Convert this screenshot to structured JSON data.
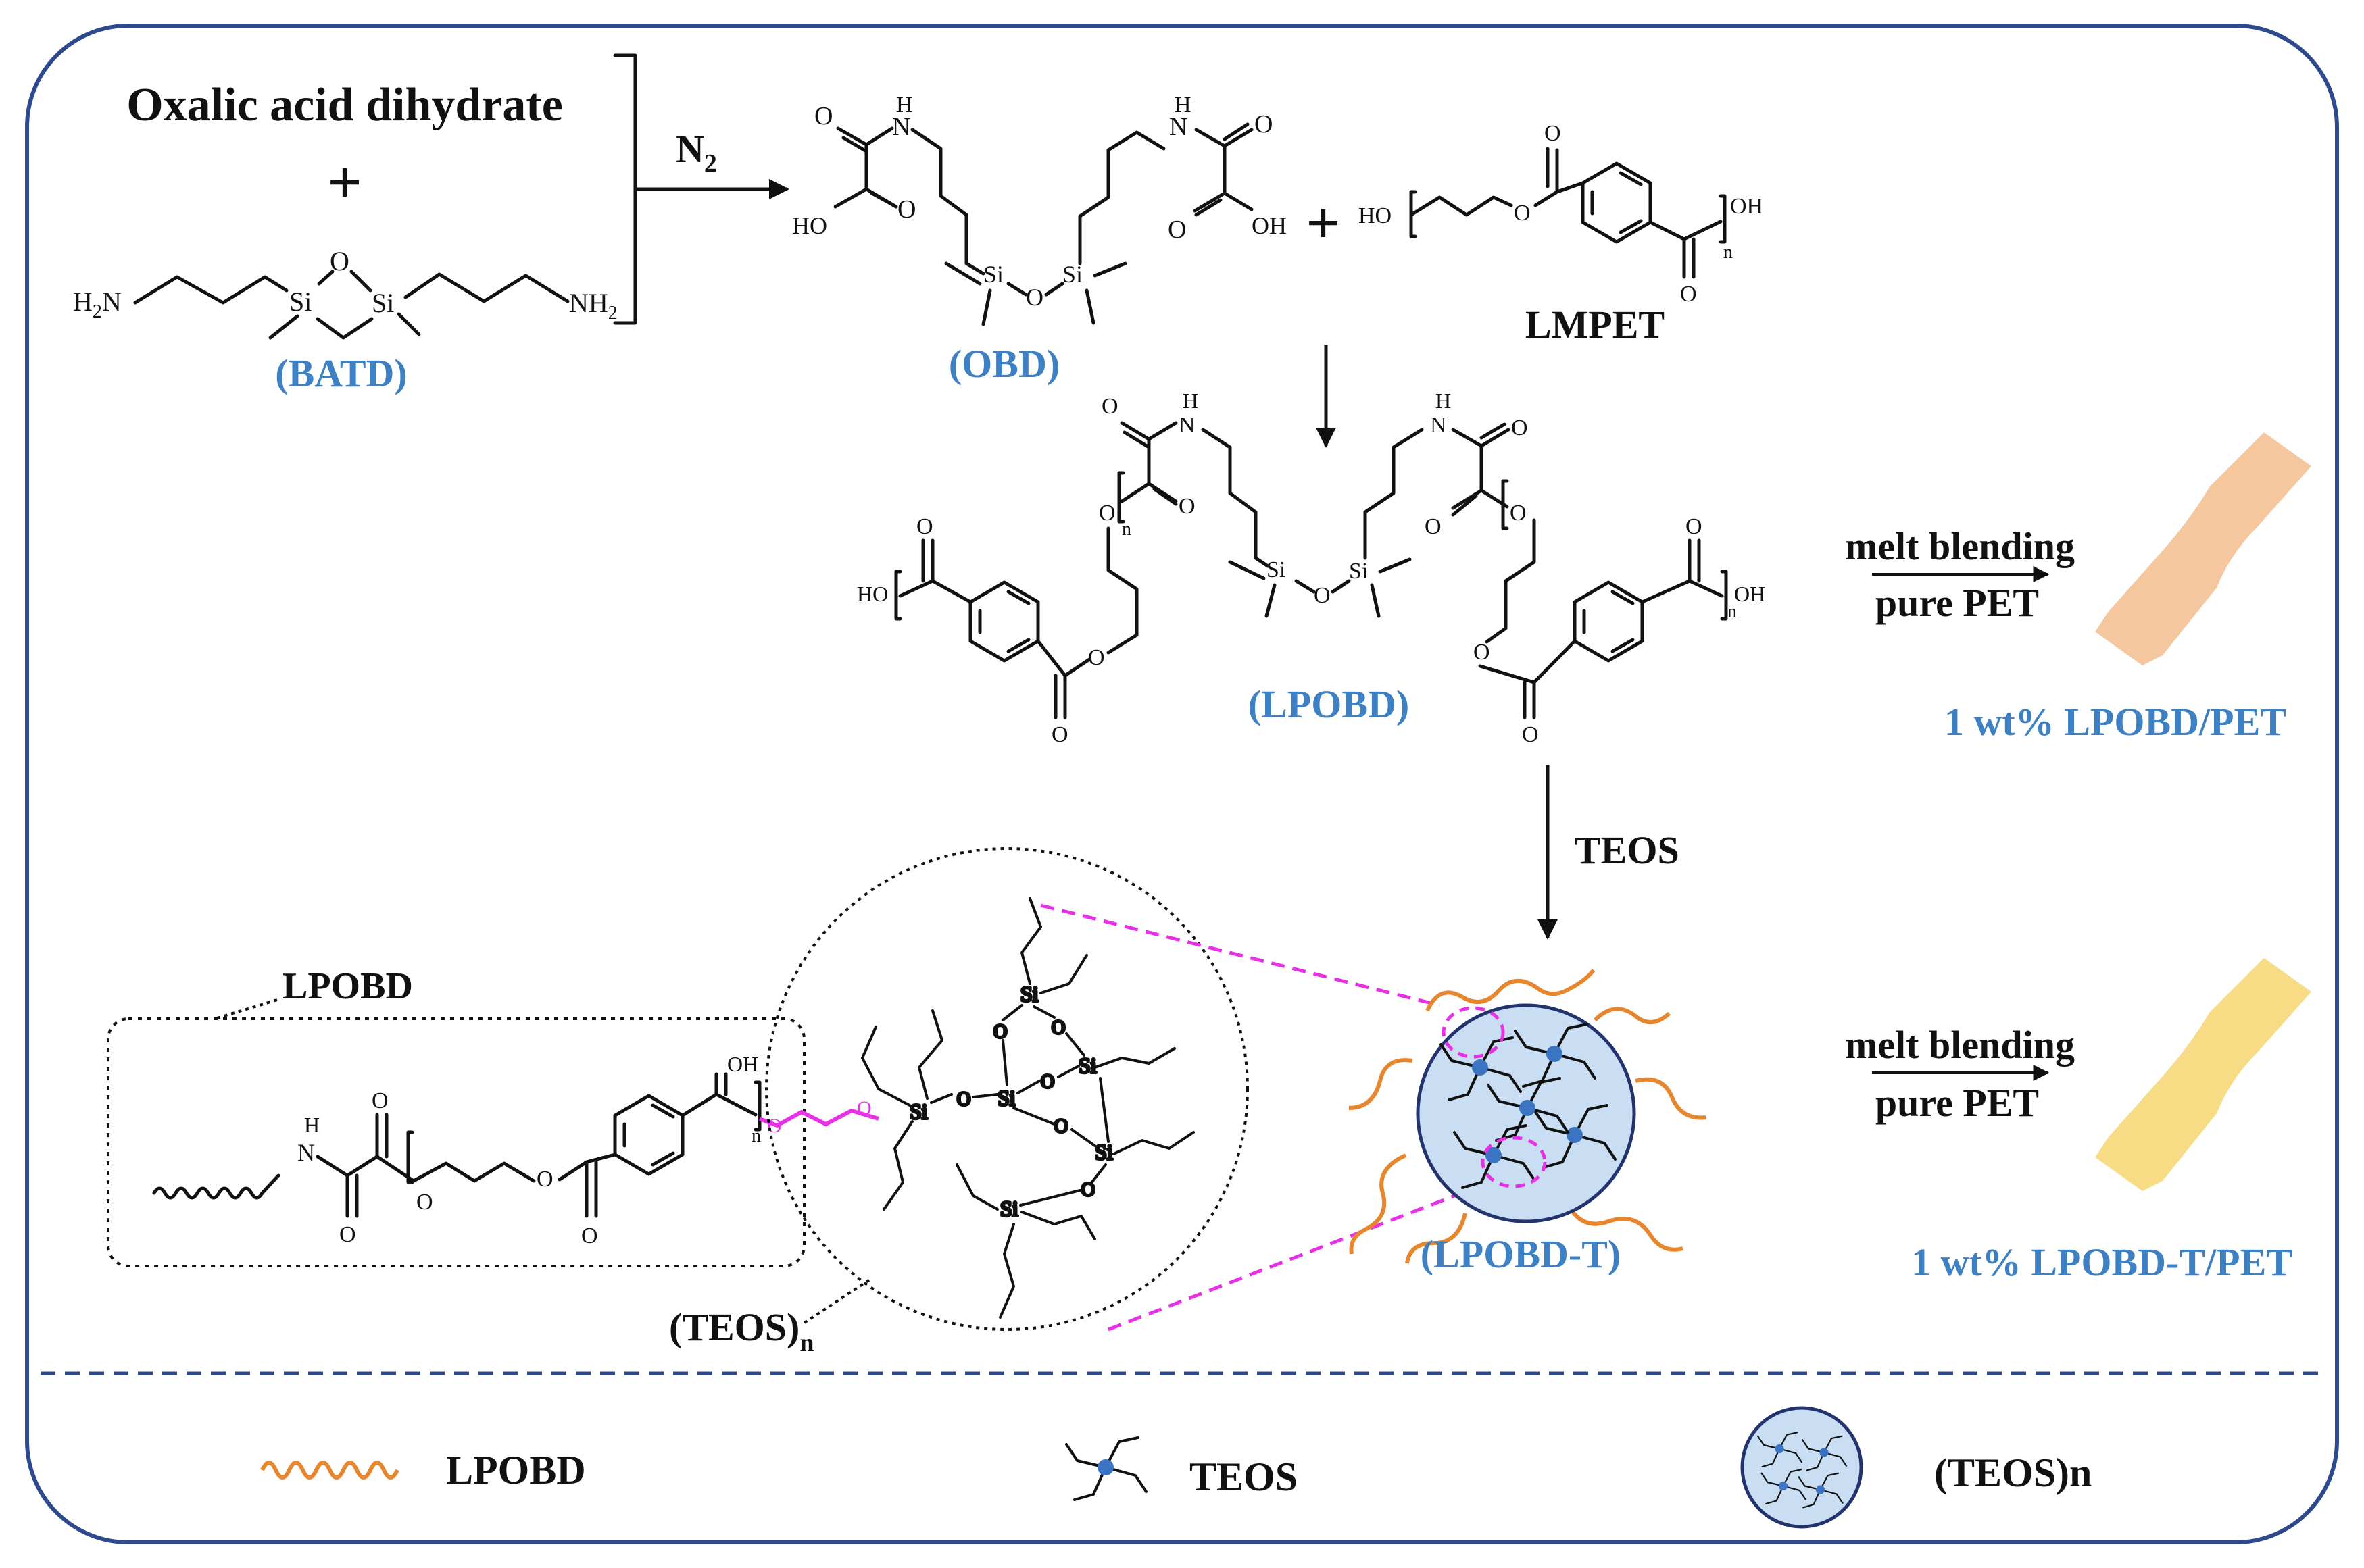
{
  "colors": {
    "frame": "#2e4a8f",
    "label_blue": "#3d80c4",
    "magenta": "#e830e8",
    "orange_chain": "#e8862e",
    "particle_fill": "#c9def2",
    "specimen_1": "#f4c79f",
    "specimen_2": "#f7dc85"
  },
  "reaction_1": {
    "reactant_a": "Oxalic acid dihydrate",
    "plus": "+",
    "condition": "N",
    "condition_sub": "2",
    "batd_label": "(BATD)",
    "batd_h2n_left": "H",
    "batd_h2n_left_sub": "2",
    "batd_h2n_left_n": "N",
    "batd_nh2_right": "NH",
    "batd_nh2_right_sub": "2",
    "batd_si": "Si",
    "batd_o": "O"
  },
  "obd": {
    "label": "(OBD)",
    "ho_left": "HO",
    "oh_right": "OH",
    "h": "H",
    "n": "N",
    "o": "O",
    "si": "Si"
  },
  "plus_2": "+",
  "lmpet": {
    "label": "LMPET",
    "ho": "HO",
    "oh": "OH",
    "n": "n",
    "o": "O"
  },
  "lpobd": {
    "label": "(LPOBD)",
    "ho": "HO",
    "oh": "OH",
    "n": "n",
    "h": "H",
    "nn": "N",
    "o": "O",
    "si": "Si"
  },
  "blend_1": {
    "line1": "melt blending",
    "line2": "pure PET",
    "product": "1 wt% LPOBD/PET"
  },
  "teos_step": "TEOS",
  "detail": {
    "lpobd_tag": "LPOBD",
    "oh": "OH",
    "h": "H",
    "n": "N",
    "o": "O",
    "nsub": "n",
    "si": "Si",
    "teos_n": "(TEOS)",
    "teos_n_sub": "n"
  },
  "lpobd_t": {
    "label": "(LPOBD-T)"
  },
  "blend_2": {
    "line1": "melt blending",
    "line2": "pure PET",
    "product": "1 wt% LPOBD-T/PET"
  },
  "legend": {
    "items": [
      {
        "icon": "orange-wavy-chain-icon",
        "label": "LPOBD"
      },
      {
        "icon": "teos-star-icon",
        "label": "TEOS"
      },
      {
        "icon": "teos-particle-icon",
        "label": "(TEOS)n"
      }
    ]
  }
}
